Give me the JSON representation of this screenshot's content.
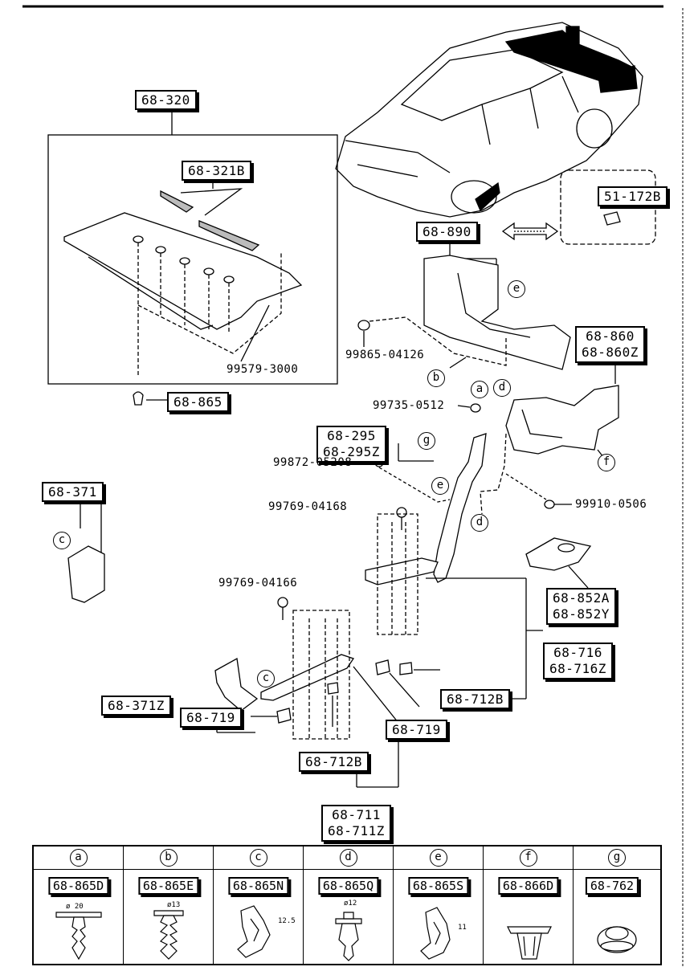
{
  "labels": {
    "p68_320": "68-320",
    "p68_321B": "68-321B",
    "p99579": "99579-3000",
    "p68_865": "68-865",
    "p68_890": "68-890",
    "p51_172B": "51-172B",
    "p99865": "99865-04126",
    "p68_860": "68-860",
    "p68_860Z": "68-860Z",
    "p99735": "99735-0512",
    "p68_295": "68-295",
    "p68_295Z": "68-295Z",
    "p99872": "99872-05208",
    "p99910": "99910-0506",
    "p99769a": "99769-04168",
    "p99769b": "99769-04166",
    "p68_852A": "68-852A",
    "p68_852Y": "68-852Y",
    "p68_716": "68-716",
    "p68_716Z": "68-716Z",
    "p68_371": "68-371",
    "p68_371Z": "68-371Z",
    "p68_712B_r": "68-712B",
    "p68_719_l": "68-719",
    "p68_719_r": "68-719",
    "p68_712B_c": "68-712B",
    "p68_711": "68-711",
    "p68_711Z": "68-711Z"
  },
  "callouts": {
    "a": "a",
    "b": "b",
    "c": "c",
    "d": "d",
    "e": "e",
    "f": "f",
    "g": "g"
  },
  "fastener_table": [
    {
      "key": "a",
      "part": "68-865D",
      "dim": "ø 20"
    },
    {
      "key": "b",
      "part": "68-865E",
      "dim": "ø13"
    },
    {
      "key": "c",
      "part": "68-865N",
      "dim": "12.5"
    },
    {
      "key": "d",
      "part": "68-865Q",
      "dim": "ø12"
    },
    {
      "key": "e",
      "part": "68-865S",
      "dim": "11"
    },
    {
      "key": "f",
      "part": "68-866D",
      "dim": ""
    },
    {
      "key": "g",
      "part": "68-762",
      "dim": ""
    }
  ]
}
